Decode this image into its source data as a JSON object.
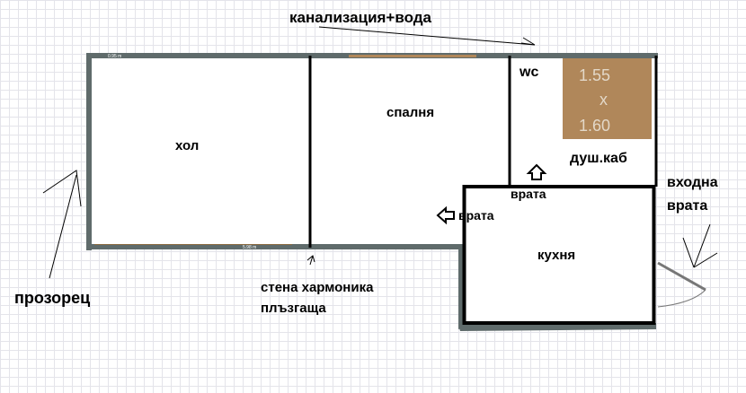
{
  "annotations": {
    "plumbing": "канализация+вода",
    "window": "прозорец",
    "sliding_wall_1": "стена хармоника",
    "sliding_wall_2": "плъзгаща",
    "entrance_door_1": "входна",
    "entrance_door_2": "врата"
  },
  "rooms": {
    "living": "хол",
    "bedroom": "спалня",
    "wc": "wc",
    "shower": "душ.каб",
    "kitchen": "кухня"
  },
  "shower_size": {
    "w": "1.55",
    "x": "x",
    "h": "1.60"
  },
  "doors": {
    "bathroom": "врата",
    "kitchen": "врата"
  },
  "dimensions": {
    "top": "0.95 m",
    "bottom": "5.98 m"
  },
  "colors": {
    "shower": "#b0875a",
    "wall": "#000000",
    "outline": "#5f6b6b"
  }
}
